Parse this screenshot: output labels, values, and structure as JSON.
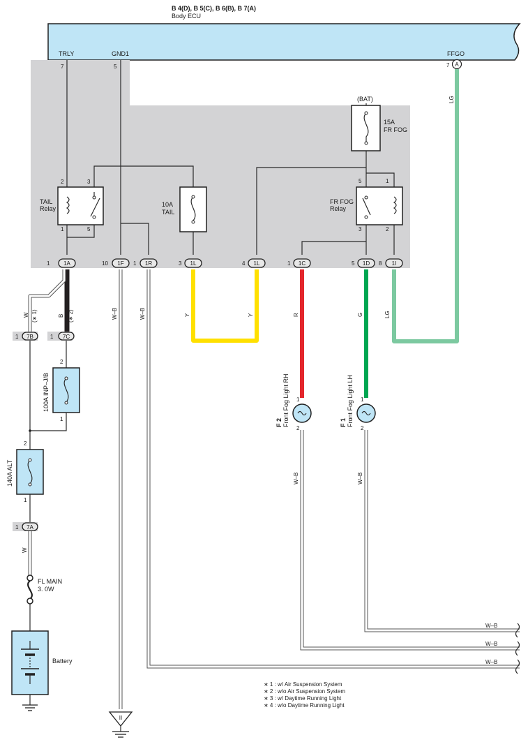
{
  "ecu": {
    "header": "B 4(D), B 5(C), B 6(B), B 7(A)",
    "name": "Body ECU",
    "pins": [
      {
        "label": "TRLY",
        "num": "7"
      },
      {
        "label": "GND1",
        "num": "5"
      },
      {
        "label": "FFGO",
        "num": "7",
        "connector": "A"
      }
    ]
  },
  "fuses": {
    "bat": "(BAT)",
    "fr_fog_amp": "15A",
    "fr_fog_name": "FR FOG",
    "tail_amp": "10A",
    "tail_name": "TAIL",
    "inp_jb": "100A INP–J/B",
    "alt": "140A ALT",
    "fl_main_1": "FL MAIN",
    "fl_main_2": "3. 0W"
  },
  "relays": {
    "tail_1": "TAIL",
    "tail_2": "Relay",
    "fog_1": "FR FOG",
    "fog_2": "Relay",
    "tail_pins": [
      "2",
      "3",
      "1",
      "5"
    ],
    "fog_pins": [
      "5",
      "1",
      "3",
      "2"
    ]
  },
  "connectors": [
    {
      "num": "1",
      "id": "1A"
    },
    {
      "num": "10",
      "id": "1F"
    },
    {
      "num": "1",
      "id": "1R"
    },
    {
      "num": "3",
      "id": "1L"
    },
    {
      "num": "4",
      "id": "1L"
    },
    {
      "num": "1",
      "id": "1C"
    },
    {
      "num": "5",
      "id": "1D"
    },
    {
      "num": "8",
      "id": "1I"
    },
    {
      "num": "1",
      "id": "7B"
    },
    {
      "num": "1",
      "id": "7C"
    },
    {
      "num": "1",
      "id": "7A"
    }
  ],
  "wires": {
    "lg_top": "LG",
    "w_1": "W",
    "note_1": "(∗ 1)",
    "b": "B",
    "note_2": "(∗ 2)",
    "wb_1": "W–B",
    "wb_2": "W–B",
    "y_1": "Y",
    "y_2": "Y",
    "r": "R",
    "g": "G",
    "lg_bottom": "LG",
    "w_alt": "W",
    "wb_rh": "W–B",
    "wb_lh": "W–B",
    "wb_out_1": "W–B",
    "wb_out_2": "W–B",
    "wb_out_3": "W–B"
  },
  "pin_numbers": {
    "jb_2": "2",
    "jb_1": "1",
    "alt_2": "2",
    "alt_1": "1",
    "rh_1": "1",
    "rh_2": "2",
    "lh_1": "1",
    "lh_2": "2"
  },
  "lights": {
    "rh_code": "F 2",
    "rh_name": "Front Fog Light RH",
    "lh_code": "F 1",
    "lh_name": "Front Fog Light LH"
  },
  "battery": "Battery",
  "ground_mark": "II",
  "notes": [
    "∗ 1 : w/ Air Suspension System",
    "∗ 2 : w/o Air Suspension System",
    "∗ 3 : w/ Daytime Running Light",
    "∗ 4 : w/o Daytime Running Light"
  ],
  "colors": {
    "ecu_fill": "#bfe5f6",
    "junction_block": "#d3d3d5",
    "yellow": "#ffe000",
    "red": "#e3262c",
    "green": "#00a651",
    "light_green": "#7cc9a0",
    "black": "#231f20"
  }
}
